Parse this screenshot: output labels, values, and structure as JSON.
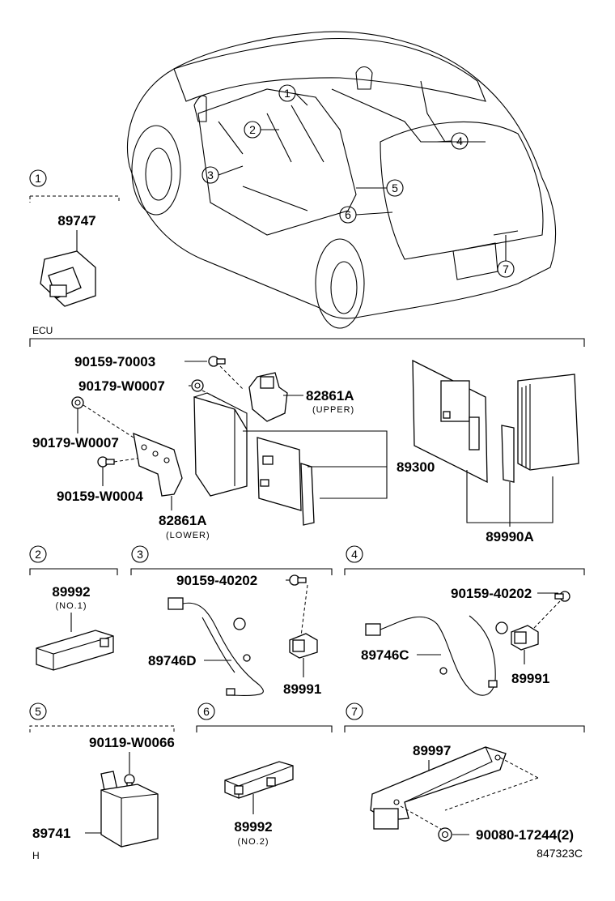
{
  "car_callouts": [
    "1",
    "2",
    "3",
    "4",
    "5",
    "6",
    "7"
  ],
  "sections": {
    "s1": {
      "num": "1",
      "part": "89747"
    },
    "ecu": {
      "title": "ECU",
      "bolt1": "90159-70003",
      "nut1": "90179-W0007",
      "nut2": "90179-W0007",
      "bolt2": "90159-W0004",
      "bracket_upper": "82861A",
      "bracket_upper_note": "(UPPER)",
      "bracket_lower": "82861A",
      "bracket_lower_note": "(LOWER)",
      "ecu_part": "89300",
      "kit_part": "89990A"
    },
    "s2": {
      "num": "2",
      "part": "89992",
      "note": "(NO.1)"
    },
    "s3": {
      "num": "3",
      "bolt": "90159-40202",
      "harness": "89746D",
      "sensor": "89991"
    },
    "s4": {
      "num": "4",
      "bolt": "90159-40202",
      "harness": "89746C",
      "sensor": "89991"
    },
    "s5": {
      "num": "5",
      "bolt": "90119-W0066",
      "part": "89741"
    },
    "s6": {
      "num": "6",
      "part": "89992",
      "note": "(NO.2)"
    },
    "s7": {
      "num": "7",
      "part": "89997",
      "nut": "90080-17244(2)"
    }
  },
  "footer": {
    "left": "H",
    "code": "847323C"
  }
}
